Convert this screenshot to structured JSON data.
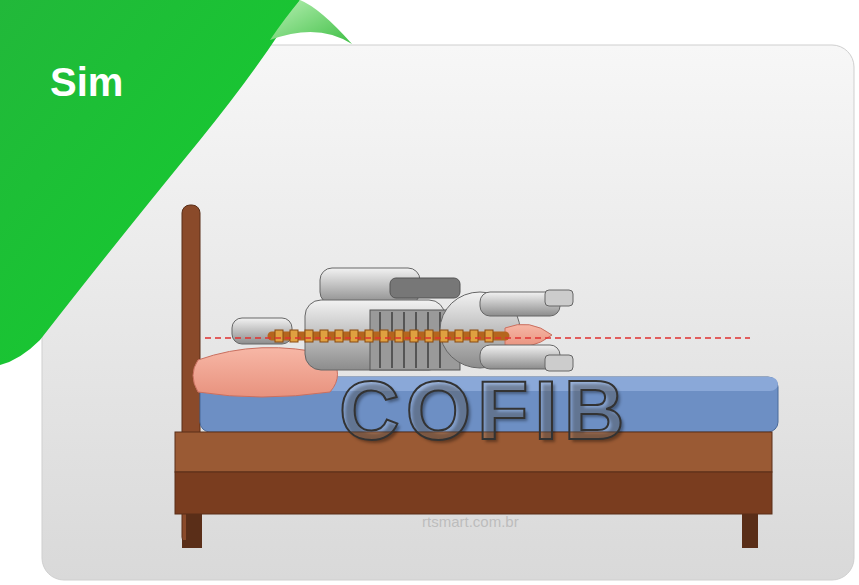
{
  "diagram": {
    "nodes": [
      {
        "text": [
          "Sim"
        ]
      }
    ],
    "labels": [
      "COFIB",
      "rtsmart.com.br"
    ]
  }
}
